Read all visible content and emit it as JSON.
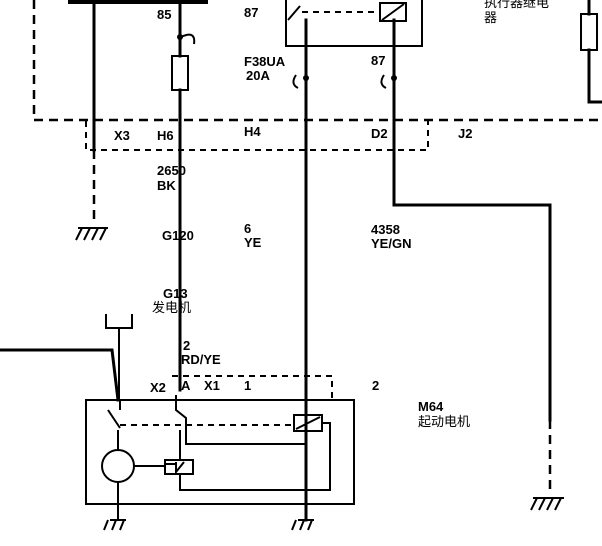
{
  "labels": {
    "pin85": "85",
    "pin87_top": "87",
    "fuse_name": "F38UA",
    "fuse_rating": "20A",
    "pin87_right": "87",
    "relay_name_1": "执行器继电",
    "relay_name_2": "器",
    "conn_x3": "X3",
    "conn_h6": "H6",
    "conn_h4": "H4",
    "conn_d2": "D2",
    "conn_j2": "J2",
    "wire_2650": "2650",
    "wire_bk": "BK",
    "ground_g120": "G120",
    "wire_6": "6",
    "wire_ye": "YE",
    "wire_4358": "4358",
    "wire_yegn": "YE/GN",
    "conn_g13": "G13",
    "generator": "发电机",
    "wire_2": "2",
    "wire_rdye": "RD/YE",
    "conn_x2": "X2",
    "pin_a": "A",
    "conn_x1": "X1",
    "pin_1": "1",
    "pin_2": "2",
    "motor_id": "M64",
    "motor_name": "起动电机"
  }
}
